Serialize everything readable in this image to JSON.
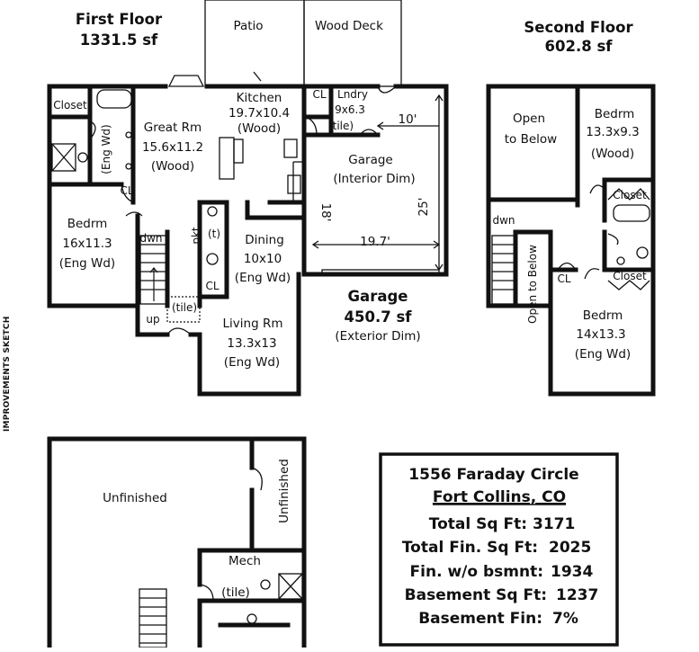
{
  "first_floor": {
    "title": "First Floor",
    "area": "1331.5 sf"
  },
  "second_floor": {
    "title": "Second Floor",
    "area": "602.8 sf"
  },
  "garage": {
    "title": "Garage",
    "area": "450.7 sf",
    "note": "(Exterior Dim)"
  },
  "side_label": "IMPROVEMENTS SKETCH",
  "rooms": {
    "patio": "Patio",
    "wood_deck": "Wood Deck",
    "closet_ff": "Closet",
    "kitchen": {
      "name": "Kitchen",
      "dim": "19.7x10.4",
      "floor": "(Wood)"
    },
    "great_rm": {
      "name": "Great Rm",
      "dim": "15.6x11.2",
      "floor": "(Wood)"
    },
    "eng_wd_bath": "(Eng Wd)",
    "cl_ff": "CL",
    "cl_laundry": "CL",
    "lndry": {
      "name": "Lndry",
      "dim": "9x6.3",
      "floor": "(tile)"
    },
    "garage_room": {
      "name": "Garage",
      "note": "(Interior Dim)",
      "dim_top": "10'",
      "dim_left": "18'",
      "dim_right": "25'",
      "dim_bottom": "19.7'"
    },
    "bedrm_ff": {
      "name": "Bedrm",
      "dim": "16x11.3",
      "floor": "(Eng Wd)"
    },
    "pkt": "pkt",
    "t": "(t)",
    "cl_bath": "CL",
    "dining": {
      "name": "Dining",
      "dim": "10x10",
      "floor": "(Eng Wd)"
    },
    "dwn_ff": "dwn",
    "up_ff": "up",
    "tile_ff": "(tile)",
    "living": {
      "name": "Living Rm",
      "dim": "13.3x13",
      "floor": "(Eng Wd)"
    },
    "open_below": {
      "line1": "Open",
      "line2": "to Below"
    },
    "bedrm_sf1": {
      "name": "Bedrm",
      "dim": "13.3x9.3",
      "floor": "(Wood)"
    },
    "closet_sf1": "Closet",
    "closet_sf2": "Closet",
    "dwn_sf": "dwn",
    "open_below_vert": "Open to Below",
    "cl_sf": "CL",
    "bedrm_sf2": {
      "name": "Bedrm",
      "dim": "14x13.3",
      "floor": "(Eng Wd)"
    },
    "unfinished": "Unfinished",
    "unfinished_vert": "Unfinished",
    "mech": "Mech",
    "tile_bsmt": "(tile)"
  },
  "summary": {
    "address": "1556 Faraday Circle",
    "city": "Fort Collins, CO",
    "rows": [
      {
        "label": "Total Sq Ft:",
        "value": "3171"
      },
      {
        "label": "Total Fin. Sq Ft:",
        "value": "2025"
      },
      {
        "label": "Fin. w/o bsmnt:",
        "value": "1934"
      },
      {
        "label": "Basement Sq Ft:",
        "value": "1237"
      },
      {
        "label": "Basement Fin:",
        "value": "7%"
      }
    ]
  }
}
